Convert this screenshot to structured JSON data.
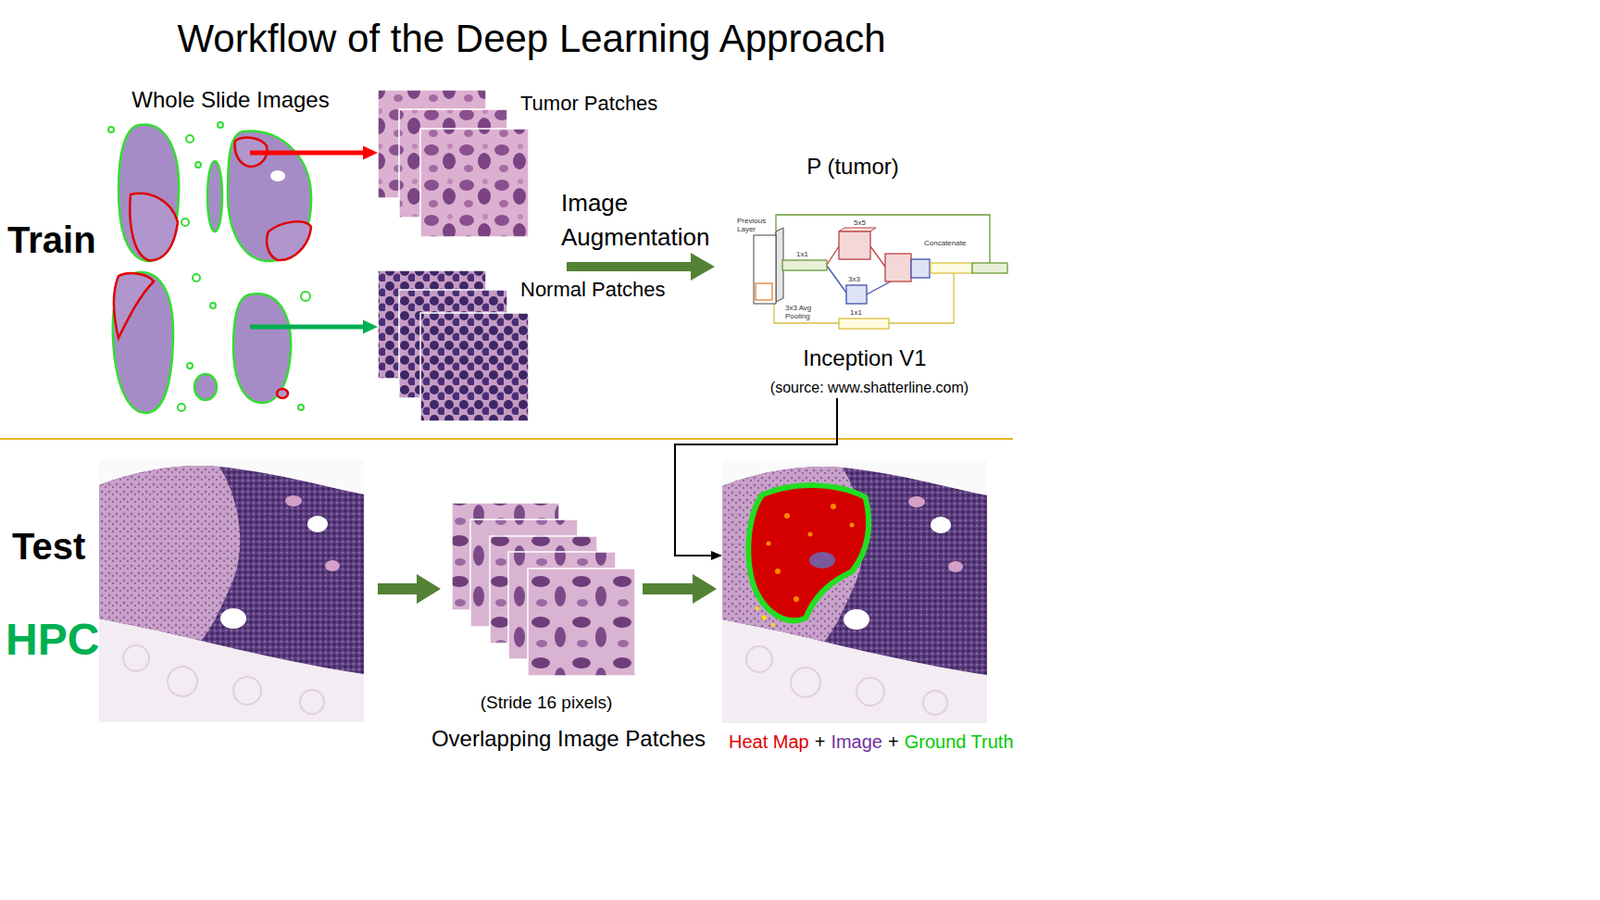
{
  "diagram": {
    "title": "Workflow of the Deep Learning Approach",
    "nodes": [
      {
        "text": [
          "Whole Slide Images"
        ]
      },
      {
        "text": [
          "Tumor Patches"
        ]
      },
      {
        "text": [
          "Normal Patches"
        ]
      },
      {
        "text": [
          "P (tumor)",
          "Inception V1",
          "(source: www.shatterline.com)"
        ]
      },
      {
        "text": [
          "(Stride 16 pixels)",
          "Overlapping Image Patches"
        ]
      },
      {
        "text": [
          "Heat Map",
          "+",
          "Image",
          "+",
          "Ground Truth"
        ]
      }
    ],
    "edges": [
      {
        "from": 0,
        "to": 1,
        "arrow": "to"
      },
      {
        "from": 0,
        "to": 2,
        "arrow": "to"
      },
      {
        "from": 4,
        "to": 5,
        "arrow": "to"
      },
      {
        "from": 3,
        "to": 5,
        "arrow": "to"
      }
    ],
    "labels": [
      "Train",
      "Image Augmentation",
      "Previous Layer",
      "1x1",
      "5x5",
      "3x3",
      "Concatenate",
      "3x3 Avg Pooling",
      "1x1",
      "Test",
      "HPC"
    ]
  }
}
